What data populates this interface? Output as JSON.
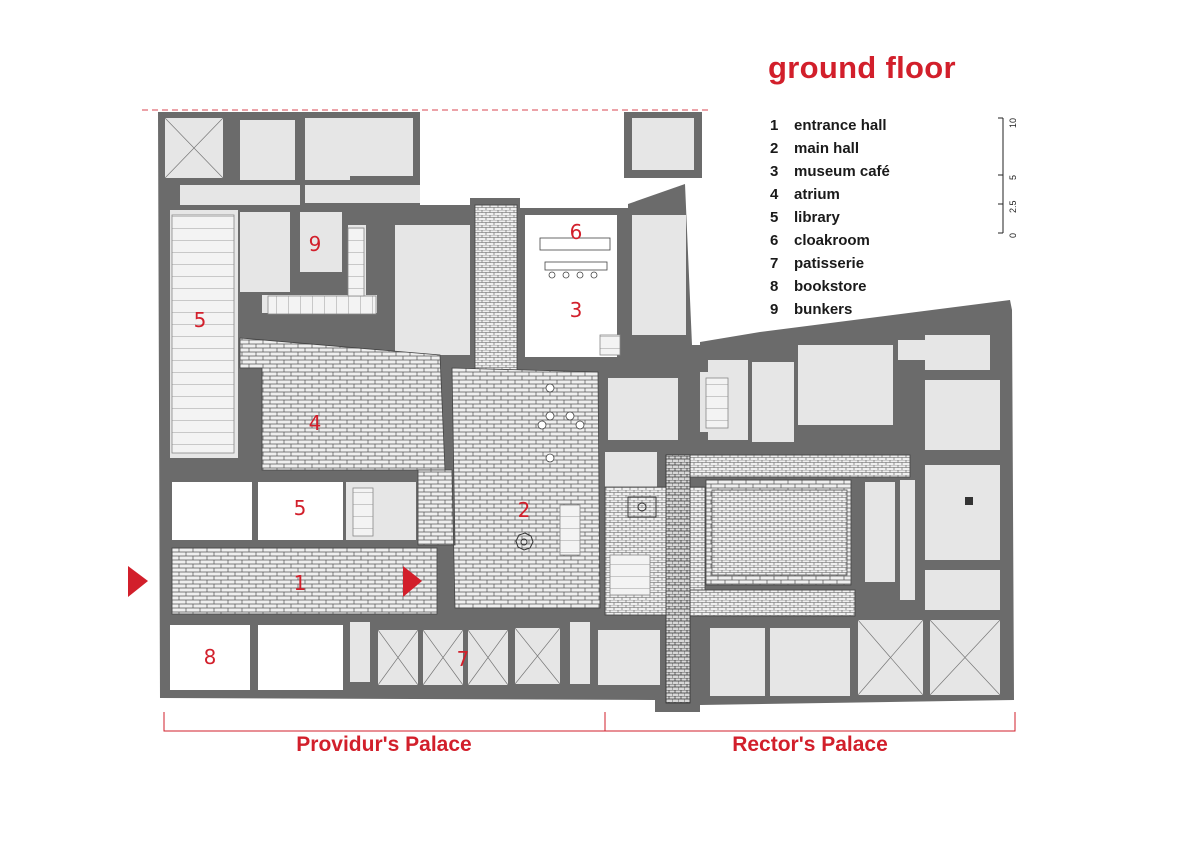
{
  "title": "ground floor",
  "legend": [
    {
      "num": "1",
      "label": "entrance hall"
    },
    {
      "num": "2",
      "label": "main hall"
    },
    {
      "num": "3",
      "label": "museum café"
    },
    {
      "num": "4",
      "label": "atrium"
    },
    {
      "num": "5",
      "label": "library"
    },
    {
      "num": "6",
      "label": "cloakroom"
    },
    {
      "num": "7",
      "label": "patisserie"
    },
    {
      "num": "8",
      "label": "bookstore"
    },
    {
      "num": "9",
      "label": "bunkers"
    }
  ],
  "scale": {
    "ticks": [
      "10",
      "5",
      "2.5",
      "0"
    ]
  },
  "palaces": {
    "left": "Providur's Palace",
    "right": "Rector's Palace"
  },
  "rooms": [
    {
      "id": "entrance-hall",
      "number": "1"
    },
    {
      "id": "main-hall",
      "number": "2"
    },
    {
      "id": "museum-cafe",
      "number": "3"
    },
    {
      "id": "atrium",
      "number": "4"
    },
    {
      "id": "library-north",
      "number": "5"
    },
    {
      "id": "library-south",
      "number": "5"
    },
    {
      "id": "cloakroom",
      "number": "6"
    },
    {
      "id": "patisserie",
      "number": "7"
    },
    {
      "id": "bookstore",
      "number": "8"
    },
    {
      "id": "bunkers",
      "number": "9"
    }
  ],
  "colors": {
    "accent": "#d21f2b",
    "wall": "#6b6b6b",
    "room": "#e6e6e6",
    "text": "#1a1a1a"
  }
}
